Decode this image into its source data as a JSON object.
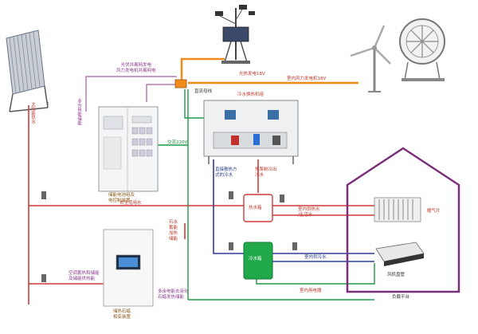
{
  "colors": {
    "hot_pipe": "#d13b3b",
    "cold_pipe": "#2e3e9c",
    "electric": "#1f9a45",
    "signal": "#8e3b8e",
    "orange_pipe": "#f08a1c",
    "house": "#7b2f7b",
    "tank_green": "#20a84a"
  },
  "labels": {
    "solar_hot_water": "太阳能热水",
    "integrated_cabinet_signal": "多合热能储能",
    "pv_wind_grid_line": "光伏并离网发电\n风力发电机并离网电",
    "pv_output": "光热发电18V",
    "indoor_wind_output": "室内风力发电机18V",
    "dc_bus": "直流母线",
    "ac_220": "交流220V",
    "inverter_cabinet_name": "储能电池组及\n电控制装置",
    "exchanger_title": "冷水换热机组",
    "cold_water_direct": "直接散热方式的冷水",
    "cold_water_out": "热泵制冷出冷水",
    "return_water": "去生活用水",
    "hot_tank": "热水箱",
    "indoor_hot_water": "室内供热水\n/生活水",
    "radiator": "暖气片",
    "energy_storage_heat": "石水\n蓄能\n加热\n储能",
    "ac_unit_name": "空调蓄热和储能\n及储能供热能",
    "cold_tank": "冷水箱",
    "indoor_cold_water": "室内供冷水",
    "fan_coil": "风机盘管",
    "storage_device_name": "储热石蜡\n相变装置",
    "storage_signal": "多余电能去液化\n石蜡发热储能",
    "indoor_electric": "室内用电器",
    "load_platform": "负载平台"
  }
}
